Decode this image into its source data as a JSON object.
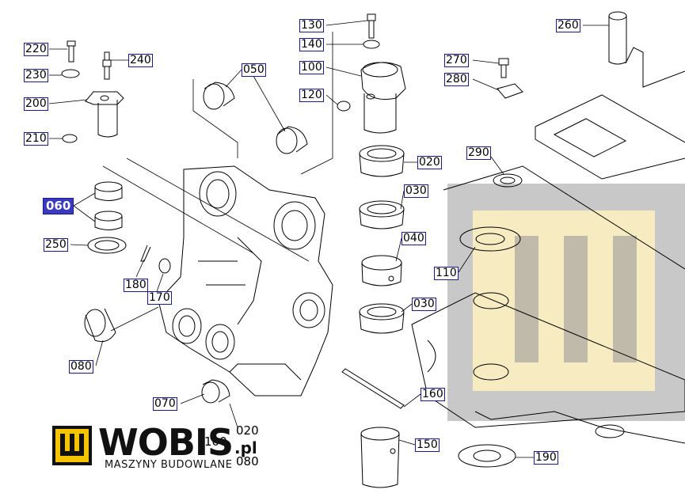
{
  "callouts": {
    "c220": "220",
    "c230": "230",
    "c240": "240",
    "c200": "200",
    "c210": "210",
    "c060": "060",
    "c250": "250",
    "c180": "180",
    "c170": "170",
    "c080": "080",
    "c050": "050",
    "c130": "130",
    "c140": "140",
    "c100": "100",
    "c120": "120",
    "c020": "020",
    "c030a": "030",
    "c040": "040",
    "c030b": "030",
    "c160": "160",
    "c070": "070",
    "c150": "150",
    "c260": "260",
    "c270": "270",
    "c280": "280",
    "c290": "290",
    "c110": "110",
    "c190": "190"
  },
  "stack_labels": {
    "s020": "020",
    "s080": "080",
    "s100": "100"
  },
  "logo": {
    "brand": "WOBIS",
    "tld": ".pl",
    "tagline": "MASZYNY BUDOWLANE"
  },
  "colors": {
    "callout_border": "#1a1a8c",
    "selected_fill": "#3a3ac0",
    "logo_yellow": "#f5c400"
  }
}
